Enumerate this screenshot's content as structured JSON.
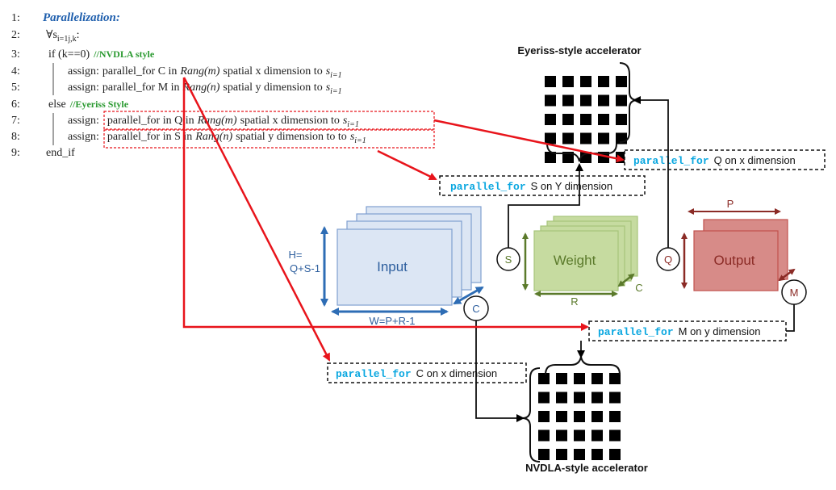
{
  "algorithm": {
    "title": "Parallelization:",
    "line_numbers": [
      "1:",
      "2:",
      "3:",
      "4:",
      "5:",
      "6:",
      "7:",
      "8:",
      "9:"
    ],
    "line2": "∀s",
    "line2_sub": "i=1j,k",
    "line2_end": ":",
    "if_text": "if (k==0)",
    "nvdla_comment": "//NVDLA style",
    "assign": "assign:",
    "line4_pre": "parallel_for C in",
    "line5_pre": "parallel_for M in",
    "line7_pre": "parallel_for in Q in",
    "line8_pre": "parallel_for in S in",
    "rang_m": "Rang(m)",
    "rang_n": "Rang(n)",
    "line4_post": "spatial x dimension  to",
    "line5_post": "spatial y dimension to",
    "line7_post": "spatial x dimension to",
    "line8_post": "spatial y dimension to to",
    "s_var": "s",
    "s_sub": "i=1",
    "else_text": "else",
    "eyeriss_comment": "//Eyeriss Style",
    "endif_text": "end_if"
  },
  "labels": {
    "eyeriss_title": "Eyeriss-style accelerator",
    "nvdla_title": "NVDLA-style accelerator",
    "parallel_for": "parallel_for",
    "q_x_rest": "Q on x dimension",
    "s_y_rest": "S on Y dimension",
    "m_y_rest": "M on y dimension",
    "c_x_rest": "C on x dimension"
  },
  "tensors": {
    "input": {
      "label": "Input",
      "h": "H=",
      "h2": "Q+S-1",
      "w": "W=P+R-1",
      "c": "C"
    },
    "weight": {
      "label": "Weight",
      "s": "S",
      "r": "R",
      "c": "C"
    },
    "output": {
      "label": "Output",
      "p": "P",
      "q": "Q",
      "m": "M"
    }
  },
  "colors": {
    "arrow_red": "#e8141b",
    "code_cyan": "#0aa7e0",
    "title_blue": "#1f5fad",
    "comment_green": "#2b9a31",
    "input_fill": "#dce6f4",
    "input_stroke": "#7f9fd0",
    "input_arrow": "#2e6db5",
    "weight_fill": "#c6dba0",
    "weight_stroke": "#a7c47a",
    "weight_text": "#5b7a2b",
    "output_fill": "#d78b88",
    "output_stroke": "#c0504d",
    "output_text": "#8b2b26"
  }
}
